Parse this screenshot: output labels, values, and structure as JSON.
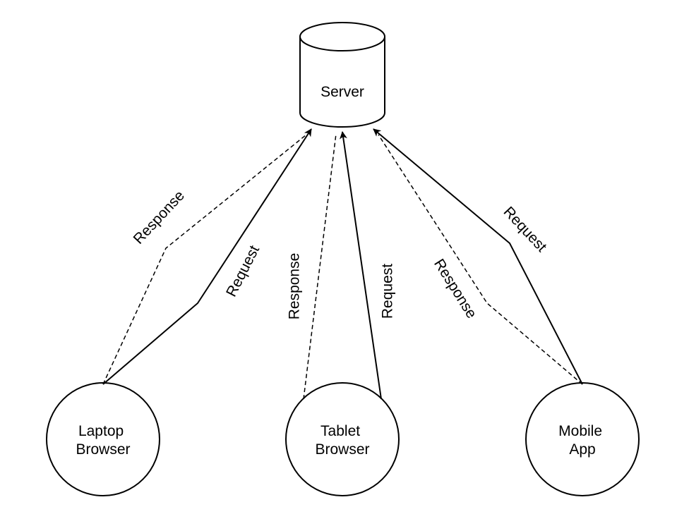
{
  "nodes": {
    "server": {
      "label": "Server",
      "shape": "cylinder"
    },
    "laptop": {
      "line1": "Laptop",
      "line2": "Browser",
      "shape": "circle"
    },
    "tablet": {
      "line1": "Tablet",
      "line2": "Browser",
      "shape": "circle"
    },
    "mobile": {
      "line1": "Mobile",
      "line2": "App",
      "shape": "circle"
    }
  },
  "edges": {
    "laptop_request": {
      "label": "Request",
      "style": "solid",
      "from": "Laptop Browser",
      "to": "Server"
    },
    "laptop_response": {
      "label": "Response",
      "style": "dashed",
      "from": "Server",
      "to": "Laptop Browser"
    },
    "tablet_request": {
      "label": "Request",
      "style": "solid",
      "from": "Tablet Browser",
      "to": "Server"
    },
    "tablet_response": {
      "label": "Response",
      "style": "dashed",
      "from": "Server",
      "to": "Tablet Browser"
    },
    "mobile_request": {
      "label": "Request",
      "style": "solid",
      "from": "Mobile App",
      "to": "Server"
    },
    "mobile_response": {
      "label": "Response",
      "style": "dashed",
      "from": "Server",
      "to": "Mobile App"
    }
  },
  "colors": {
    "stroke": "#000000",
    "background": "#ffffff"
  }
}
